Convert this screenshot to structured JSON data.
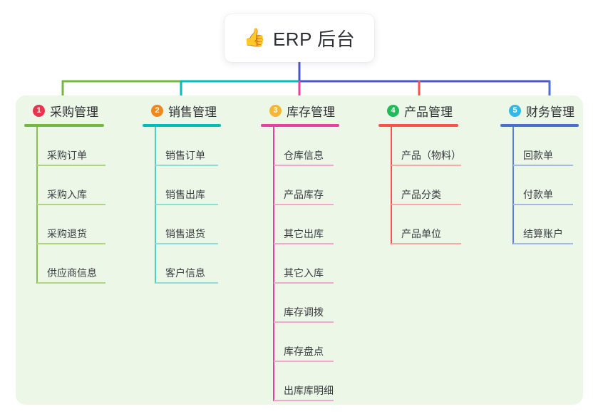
{
  "root": {
    "icon": "thumbs-up-emoji",
    "emoji": "👍",
    "title": "ERP 后台"
  },
  "theme": {
    "page_background": "#ffffff",
    "panel_background": "#edf7e7",
    "root_card_background": "#ffffff",
    "root_text": "#2f3136",
    "root_connector": "#4a55c8"
  },
  "connector_bar": {
    "segments": [
      {
        "name": "green-segment",
        "color": "#76b83f"
      },
      {
        "name": "teal-segment",
        "color": "#00bdb5"
      },
      {
        "name": "indigo-segment",
        "color": "#4a55c8"
      }
    ]
  },
  "columns": [
    {
      "number": "1",
      "title": "采购管理",
      "badge_color": "#e8344e",
      "rule_color": "#76b83f",
      "line_color": "#8cc152",
      "child_rule_color": "#aed581",
      "items": [
        "采购订单",
        "采购入库",
        "采购退货",
        "供应商信息"
      ]
    },
    {
      "number": "2",
      "title": "销售管理",
      "badge_color": "#f2871e",
      "rule_color": "#00bdb5",
      "line_color": "#4ecdc4",
      "child_rule_color": "#8fdcd8",
      "items": [
        "销售订单",
        "销售出库",
        "销售退货",
        "客户信息"
      ]
    },
    {
      "number": "3",
      "title": "库存管理",
      "badge_color": "#f5b731",
      "rule_color": "#e8409e",
      "line_color": "#e8409e",
      "child_rule_color": "#f0a8cd",
      "items": [
        "仓库信息",
        "产品库存",
        "其它出库",
        "其它入库",
        "库存调拨",
        "库存盘点",
        "出库库明细"
      ]
    },
    {
      "number": "4",
      "title": "产品管理",
      "badge_color": "#22bb5b",
      "rule_color": "#f9524c",
      "line_color": "#f9524c",
      "child_rule_color": "#f8a9a5",
      "items": [
        "产品（物料）",
        "产品分类",
        "产品单位"
      ]
    },
    {
      "number": "5",
      "title": "财务管理",
      "badge_color": "#30b8e8",
      "rule_color": "#4a6fd1",
      "line_color": "#5b7fd4",
      "child_rule_color": "#a3b8e4",
      "items": [
        "回款单",
        "付款单",
        "结算账户"
      ]
    }
  ]
}
